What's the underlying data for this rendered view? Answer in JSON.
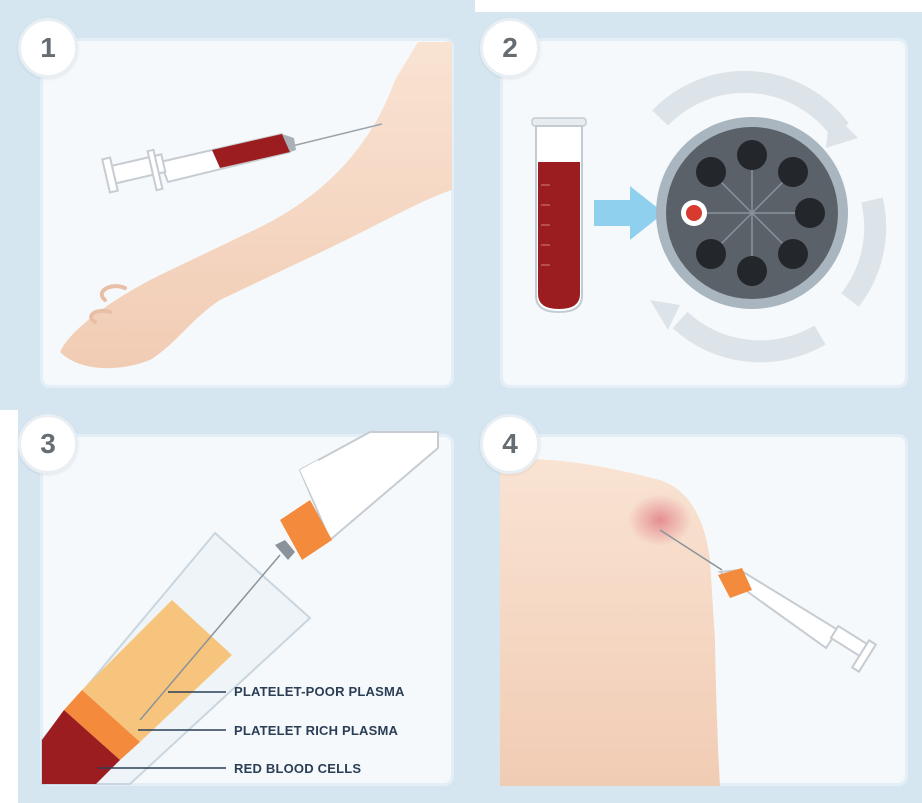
{
  "steps": [
    {
      "number": "1"
    },
    {
      "number": "2"
    },
    {
      "number": "3"
    },
    {
      "number": "4"
    }
  ],
  "step3": {
    "labels": [
      {
        "text": "PLATELET-POOR PLASMA"
      },
      {
        "text": "PLATELET RICH PLASMA"
      },
      {
        "text": "RED BLOOD CELLS"
      }
    ]
  },
  "colors": {
    "blood": "#9c1d1f",
    "plasma_poor": "#f6c47c",
    "plasma_rich": "#f38a3c",
    "skin": "#f7dac6",
    "centrifuge": "#5a6168",
    "arrow": "#8fd0ee"
  }
}
